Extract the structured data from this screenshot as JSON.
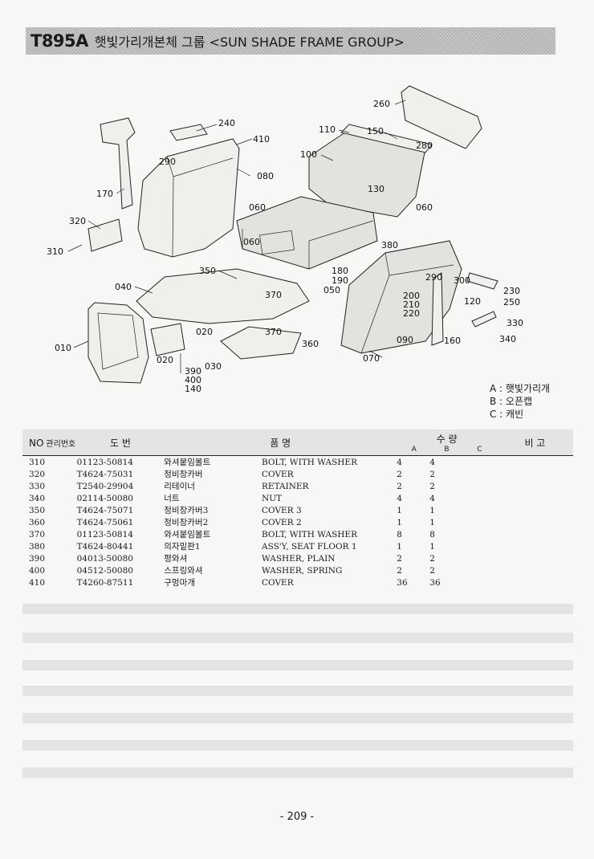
{
  "header": {
    "code": "T895A",
    "title": "햇빛가리개본체 그룹 <SUN SHADE FRAME GROUP>"
  },
  "diagram": {
    "labels": [
      "240",
      "410",
      "110",
      "150",
      "260",
      "280",
      "100",
      "290",
      "080",
      "130",
      "170",
      "060",
      "060",
      "320",
      "060",
      "380",
      "310",
      "350",
      "180",
      "190",
      "290",
      "300",
      "230",
      "040",
      "050",
      "370",
      "200",
      "210",
      "220",
      "120",
      "250",
      "330",
      "020",
      "370",
      "010",
      "360",
      "090",
      "160",
      "340",
      "020",
      "030",
      "390",
      "400",
      "140",
      "070"
    ]
  },
  "legend": [
    "A : 햇빛가리개",
    "B : 오픈캡",
    "C : 캐빈"
  ],
  "table": {
    "headers": {
      "no": "NO",
      "mgmt": "관리번호",
      "part_no": "도    번",
      "name": "품          명",
      "qty": "수    량",
      "a": "A",
      "b": "B",
      "c": "C",
      "remarks": "비 고"
    },
    "rows": [
      {
        "no": "310",
        "part": "01123-50814",
        "kor": "와셔붙임볼트",
        "eng": "BOLT, WITH WASHER",
        "a": "4",
        "b": "4",
        "c": ""
      },
      {
        "no": "320",
        "part": "T4624-75031",
        "kor": "정비창카버",
        "eng": "COVER",
        "a": "2",
        "b": "2",
        "c": ""
      },
      {
        "no": "330",
        "part": "T2540-29904",
        "kor": "리테이너",
        "eng": "RETAINER",
        "a": "2",
        "b": "2",
        "c": ""
      },
      {
        "no": "340",
        "part": "02114-50080",
        "kor": "너트",
        "eng": "NUT",
        "a": "4",
        "b": "4",
        "c": ""
      },
      {
        "no": "350",
        "part": "T4624-75071",
        "kor": "정비창카버3",
        "eng": "COVER 3",
        "a": "1",
        "b": "1",
        "c": ""
      },
      {
        "no": "360",
        "part": "T4624-75061",
        "kor": "정비창카버2",
        "eng": "COVER 2",
        "a": "1",
        "b": "1",
        "c": ""
      },
      {
        "no": "370",
        "part": "01123-50814",
        "kor": "와셔붙임볼트",
        "eng": "BOLT, WITH WASHER",
        "a": "8",
        "b": "8",
        "c": ""
      },
      {
        "no": "380",
        "part": "T4624-80441",
        "kor": "의자밑판1",
        "eng": "ASS'Y, SEAT FLOOR 1",
        "a": "1",
        "b": "1",
        "c": ""
      },
      {
        "no": "390",
        "part": "04013-50080",
        "kor": "평와셔",
        "eng": "WASHER, PLAIN",
        "a": "2",
        "b": "2",
        "c": ""
      },
      {
        "no": "400",
        "part": "04512-50080",
        "kor": "스프링와셔",
        "eng": "WASHER, SPRING",
        "a": "2",
        "b": "2",
        "c": ""
      },
      {
        "no": "410",
        "part": "T4260-87511",
        "kor": "구멍마개",
        "eng": "COVER",
        "a": "36",
        "b": "36",
        "c": ""
      }
    ]
  },
  "page_number": "- 209 -"
}
